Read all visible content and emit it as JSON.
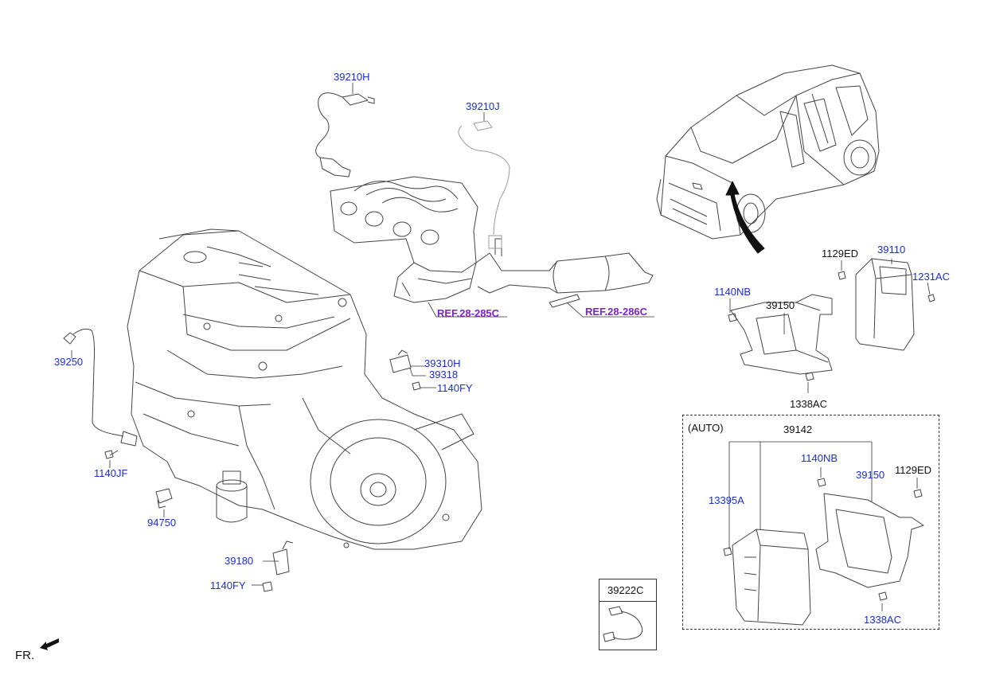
{
  "colors": {
    "part_label": "#1a2ecf",
    "ref_label": "#7b22c9",
    "drawing_line": "#444444",
    "leader_line": "#333333"
  },
  "labels": {
    "p39210H": "39210H",
    "p39210J": "39210J",
    "ref28285C": "REF.28-285C",
    "ref28286C": "REF.28-286C",
    "p39250": "39250",
    "p1140JF": "1140JF",
    "p94750": "94750",
    "p39310H": "39310H",
    "p39318": "39318",
    "p1140FY_a": "1140FY",
    "p39180": "39180",
    "p1140FY_b": "1140FY",
    "p1129ED_a": "1129ED",
    "p39110": "39110",
    "p1231AC": "1231AC",
    "p1140NB_a": "1140NB",
    "p39150_a": "39150",
    "p1338AC_a": "1338AC",
    "auto": "(AUTO)",
    "p39142": "39142",
    "p1140NB_b": "1140NB",
    "p39150_b": "39150",
    "p1129ED_b": "1129ED",
    "p13395A": "13395A",
    "p1338AC_b": "1338AC",
    "p39222C": "39222C",
    "fr": "FR."
  },
  "icons": {
    "fr_arrow": "front-direction-arrow-icon"
  }
}
